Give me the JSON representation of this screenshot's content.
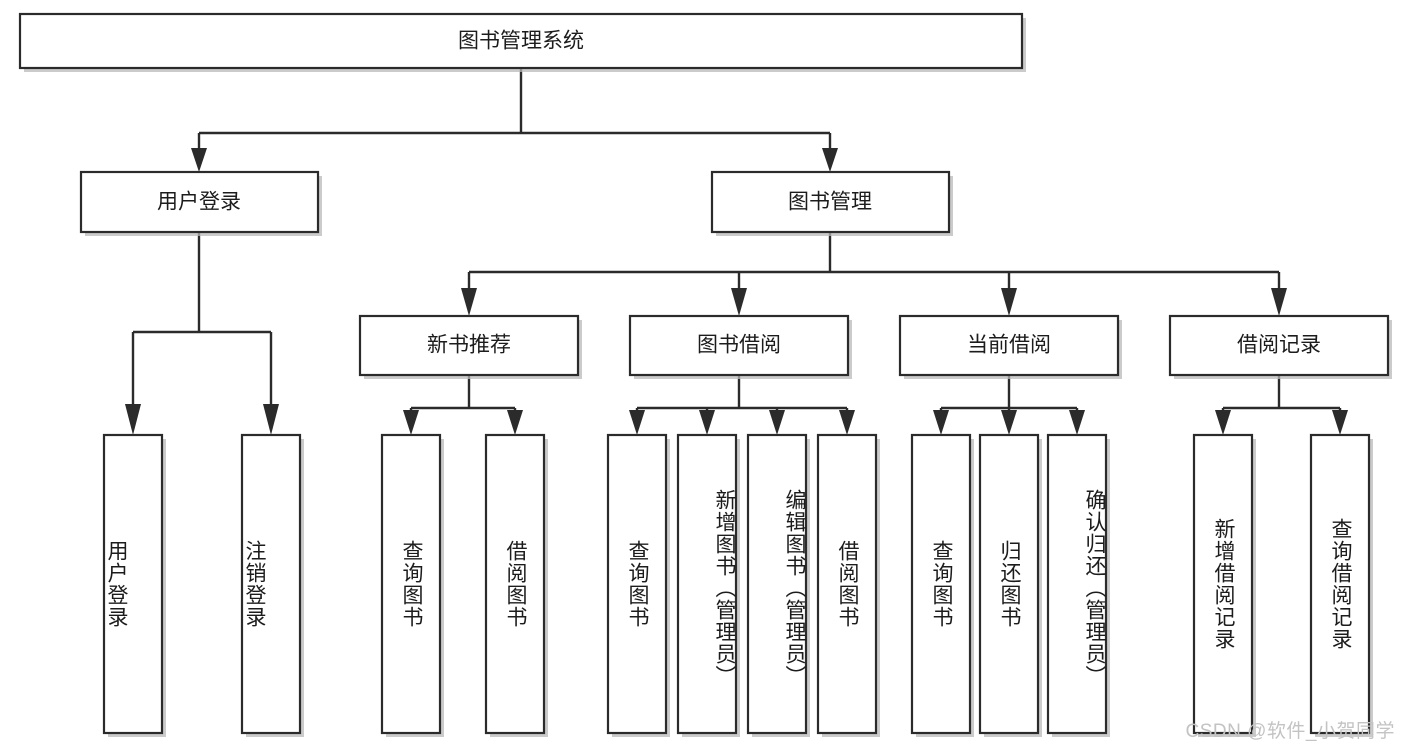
{
  "diagram": {
    "title": "图书管理系统",
    "type": "tree-hierarchy-diagram",
    "orientation": "top-down",
    "root": {
      "id": "root",
      "label": "图书管理系统",
      "text_direction": "horizontal"
    },
    "level2": [
      {
        "id": "user-login",
        "label": "用户登录",
        "text_direction": "horizontal"
      },
      {
        "id": "book-management",
        "label": "图书管理",
        "text_direction": "horizontal"
      }
    ],
    "level3": [
      {
        "id": "new-book-recommend",
        "label": "新书推荐",
        "parent": "book-management",
        "text_direction": "horizontal"
      },
      {
        "id": "book-borrow",
        "label": "图书借阅",
        "parent": "book-management",
        "text_direction": "horizontal"
      },
      {
        "id": "current-borrow",
        "label": "当前借阅",
        "parent": "book-management",
        "text_direction": "horizontal"
      },
      {
        "id": "borrow-record",
        "label": "借阅记录",
        "parent": "book-management",
        "text_direction": "horizontal"
      }
    ],
    "leaves": [
      {
        "id": "leaf-user-login",
        "label": "用户登录",
        "parent": "user-login",
        "text_direction": "vertical",
        "align": "bottom"
      },
      {
        "id": "leaf-user-logout",
        "label": "注销登录",
        "parent": "user-login",
        "text_direction": "vertical",
        "align": "bottom"
      },
      {
        "id": "leaf-query-book-1",
        "label": "查询图书",
        "parent": "new-book-recommend",
        "text_direction": "vertical",
        "align": "middle"
      },
      {
        "id": "leaf-borrow-book-1",
        "label": "借阅图书",
        "parent": "new-book-recommend",
        "text_direction": "vertical",
        "align": "middle"
      },
      {
        "id": "leaf-query-book-2",
        "label": "查询图书",
        "parent": "book-borrow",
        "text_direction": "vertical",
        "align": "middle"
      },
      {
        "id": "leaf-add-book",
        "label": "新增图书（管理员）",
        "parent": "book-borrow",
        "text_direction": "vertical",
        "align": "top"
      },
      {
        "id": "leaf-edit-book",
        "label": "编辑图书（管理员）",
        "parent": "book-borrow",
        "text_direction": "vertical",
        "align": "top"
      },
      {
        "id": "leaf-borrow-book-2",
        "label": "借阅图书",
        "parent": "book-borrow",
        "text_direction": "vertical",
        "align": "middle"
      },
      {
        "id": "leaf-query-book-3",
        "label": "查询图书",
        "parent": "current-borrow",
        "text_direction": "vertical",
        "align": "middle"
      },
      {
        "id": "leaf-return-book",
        "label": "归还图书",
        "parent": "current-borrow",
        "text_direction": "vertical",
        "align": "middle"
      },
      {
        "id": "leaf-confirm-return",
        "label": "确认归还（管理员）",
        "parent": "current-borrow",
        "text_direction": "vertical",
        "align": "top"
      },
      {
        "id": "leaf-add-record",
        "label": "新增借阅记录",
        "parent": "borrow-record",
        "text_direction": "vertical",
        "align": "middle"
      },
      {
        "id": "leaf-query-record",
        "label": "查询借阅记录",
        "parent": "borrow-record",
        "text_direction": "vertical",
        "align": "middle"
      }
    ],
    "colors": {
      "background": "#ffffff",
      "box_fill": "#ffffff",
      "box_stroke": "#2b2b2b",
      "box_shadow": "#b9b9b9",
      "edge": "#2b2b2b",
      "label_text": "#1c1c1c",
      "watermark_text": "#c3c3c3"
    }
  },
  "watermark": {
    "text": "CSDN @软件_小贺同学"
  }
}
